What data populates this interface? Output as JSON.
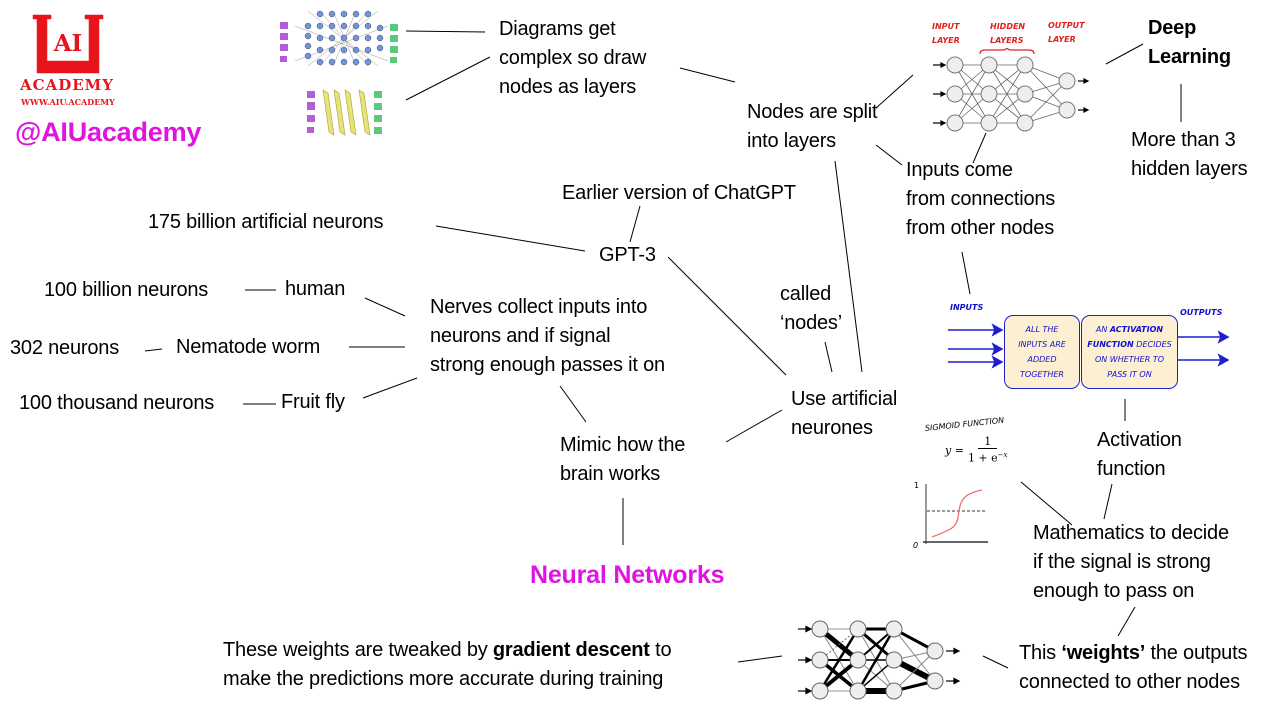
{
  "branding": {
    "logo_letters": "AI",
    "logo_name": "ACADEMY",
    "logo_url_text": "WWW.AIU.ACADEMY",
    "handle": "@AIUacademy",
    "brand_red": "#e8141c",
    "handle_color": "#e014e0"
  },
  "central_topic": {
    "text": "Neural Networks",
    "color": "#e014e0"
  },
  "nodes": {
    "diagrams_complex": [
      "Diagrams get",
      "complex so draw",
      "nodes as layers"
    ],
    "nodes_split": [
      "Nodes are split",
      "into layers"
    ],
    "deep_learning": [
      "Deep",
      "Learning"
    ],
    "more_than_3": [
      "More than 3",
      "hidden layers"
    ],
    "inputs_come": [
      "Inputs come",
      "from connections",
      "from other nodes"
    ],
    "earlier_version": "Earlier version of ChatGPT",
    "gpt3": "GPT-3",
    "gpt3_neurons": "175 billion artificial neurons",
    "human_neurons": "100 billion neurons",
    "human": "human",
    "worm_neurons": "302 neurons",
    "worm": "Nematode worm",
    "fly_neurons": "100 thousand neurons",
    "fly": "Fruit fly",
    "nerves": [
      "Nerves collect inputs into",
      "neurons and if signal",
      "strong enough passes it on"
    ],
    "called_nodes": [
      "called",
      "‘nodes’"
    ],
    "use_artificial": [
      "Use artificial",
      "neurones"
    ],
    "mimic": [
      "Mimic how the",
      "brain works"
    ],
    "activation_function": [
      "Activation",
      "function"
    ],
    "mathematics": [
      "Mathematics to decide",
      "if the signal is strong",
      "enough to pass on"
    ],
    "weights": {
      "pre": "This ",
      "bold": "‘weights’",
      "post": " the outputs",
      "line2": "connected to other nodes"
    },
    "gradient": {
      "pre": "These weights are tweaked by ",
      "bold": "gradient descent",
      "post": " to",
      "line2": "make the predictions more accurate during training"
    }
  },
  "layer_diagram": {
    "input_label": [
      "Input",
      "layer"
    ],
    "hidden_label": [
      "Hidden",
      "layers"
    ],
    "output_label": [
      "Output",
      "layer"
    ]
  },
  "activation_diagram": {
    "inputs_label": "Inputs",
    "outputs_label": "Outputs",
    "box1": [
      "All the",
      "inputs are",
      "added",
      "together"
    ],
    "box2_pre": "An ",
    "box2_bold1": "Activation",
    "box2_bold2": "Function",
    "box2_rest1": " decides",
    "box2_rest2": "on whether to",
    "box2_rest3": "pass it on"
  },
  "sigmoid": {
    "title": "Sigmoid Function",
    "formula_lhs": "y =",
    "formula_num": "1",
    "formula_den": "1 + e",
    "formula_exp": "−x",
    "axis_top": "1",
    "axis_origin": "0"
  }
}
